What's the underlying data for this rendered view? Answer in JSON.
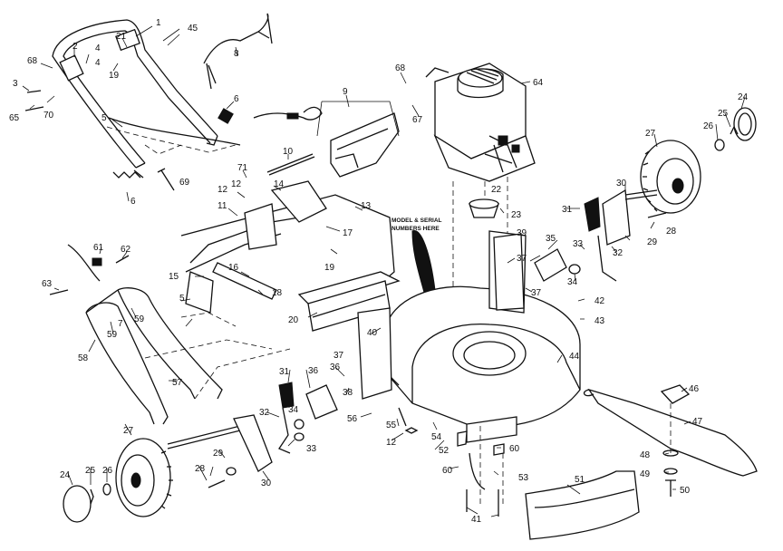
{
  "diagram": {
    "note_line1": "MODEL & SERIAL",
    "note_line2": "NUMBERS HERE",
    "labels": [
      "1",
      "45",
      "2",
      "21",
      "4",
      "4",
      "3",
      "68",
      "19",
      "70",
      "65",
      "5",
      "6",
      "6",
      "8",
      "69",
      "9",
      "10",
      "11",
      "12",
      "12",
      "71",
      "14",
      "13",
      "17",
      "19",
      "16",
      "15",
      "18",
      "20",
      "5",
      "7",
      "61",
      "62",
      "63",
      "59",
      "59",
      "58",
      "57",
      "68",
      "64",
      "67",
      "22",
      "23",
      "24",
      "25",
      "26",
      "27",
      "30",
      "31",
      "28",
      "29",
      "32",
      "33",
      "34",
      "35",
      "36",
      "37",
      "37",
      "38",
      "39",
      "40",
      "42",
      "43",
      "44",
      "46",
      "47",
      "48",
      "49",
      "50",
      "51",
      "52",
      "53",
      "54",
      "55",
      "56",
      "60",
      "60",
      "41",
      "27",
      "24",
      "25",
      "26",
      "28",
      "29",
      "30",
      "31",
      "32",
      "33",
      "34",
      "36",
      "37",
      "12"
    ]
  }
}
